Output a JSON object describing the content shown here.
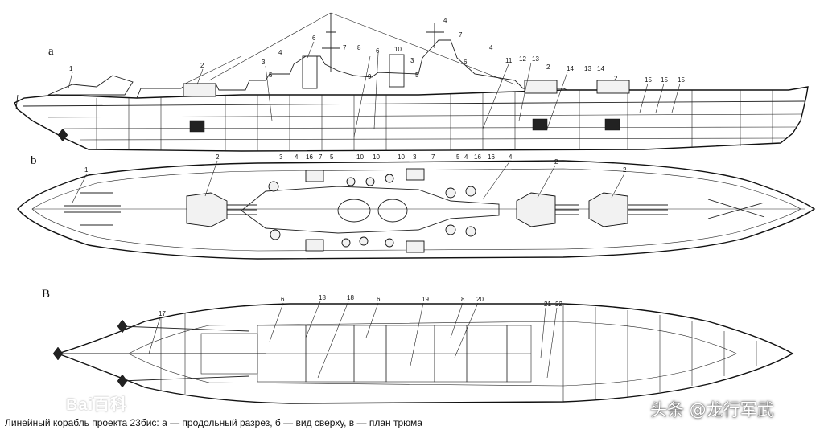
{
  "views": {
    "a": {
      "label": "а",
      "callouts": [
        "1",
        "2",
        "3",
        "4",
        "5",
        "6",
        "7",
        "8",
        "6",
        "10",
        "3",
        "4",
        "5",
        "6",
        "7",
        "4",
        "9",
        "11",
        "12",
        "13",
        "2",
        "14",
        "13",
        "14",
        "2",
        "15",
        "15",
        "15"
      ]
    },
    "b": {
      "label": "b",
      "callouts": [
        "1",
        "2",
        "3",
        "4",
        "16",
        "7",
        "5",
        "10",
        "10",
        "10",
        "3",
        "7",
        "5",
        "4",
        "16",
        "16",
        "4",
        "2",
        "2"
      ]
    },
    "c": {
      "label": "В",
      "callouts": [
        "17",
        "6",
        "18",
        "18",
        "6",
        "19",
        "8",
        "20",
        "21",
        "22"
      ]
    }
  },
  "caption": "Линейный корабль проекта 23бис: а — продольный разрез, б — вид сверху, в — план трюма",
  "watermarks": {
    "left": "Bai百科",
    "right": "头条 @龙行军武"
  }
}
